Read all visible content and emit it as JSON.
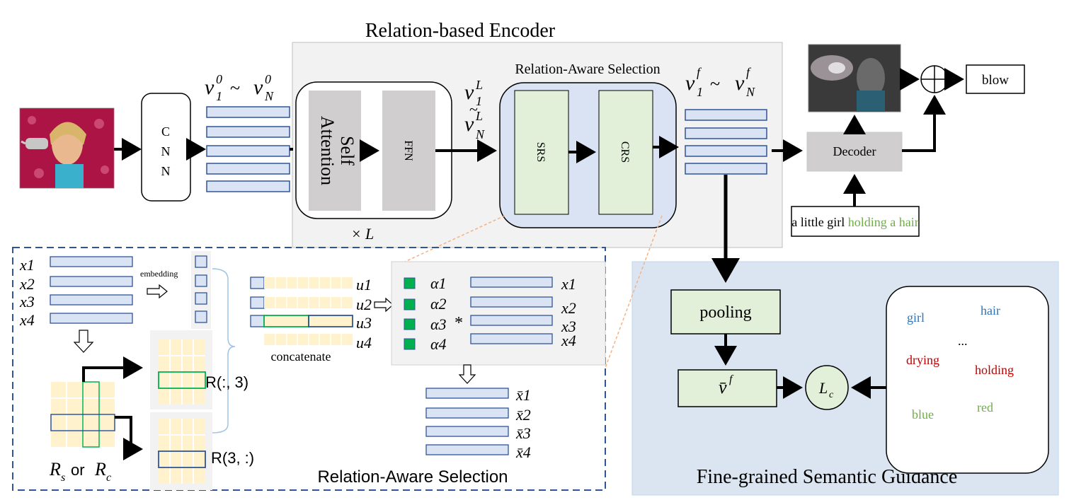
{
  "titles": {
    "encoder": "Relation-based Encoder",
    "ras_top": "Relation-Aware Selection",
    "ras_bottom": "Relation-Aware Selection",
    "fsg": "Fine-grained Semantic Guidance"
  },
  "blocks": {
    "cnn_c": "C",
    "cnn_n1": "N",
    "cnn_n2": "N",
    "self": "Self",
    "attention": "Attention",
    "ffn": "FFN",
    "srs": "SRS",
    "crs": "CRS",
    "decoder": "Decoder",
    "pooling": "pooling",
    "output": "blow",
    "times_l": "× L"
  },
  "labels": {
    "v0_left": "v",
    "v0_sub1": "1",
    "v0_sup1": "0",
    "tilde": "~",
    "v0_subn": "N",
    "v0_supn": "0",
    "vl_top": "v",
    "vl_sub1": "1",
    "vl_sup": "L",
    "vl_tilde": "~",
    "vl_subn": "N",
    "vf_v": "v",
    "vf_sub1": "1",
    "vf_sup": "f",
    "vf_subn": "N",
    "caption_plain": "a little girl ",
    "caption_green": "holding a hair",
    "embedding": "embedding",
    "concatenate": "concatenate",
    "rs_or_rc": "or",
    "r_col": "R(:, 3)",
    "r_row": "R(3, :)",
    "star": "*",
    "lc": "L",
    "lc_sub": "c",
    "vbar": "v̄",
    "vbar_sup": "f",
    "ellipsis": "..."
  },
  "x_labels": [
    "x1",
    "x2",
    "x3",
    "x4"
  ],
  "u_labels": [
    "u1",
    "u2",
    "u3",
    "u4"
  ],
  "alpha_labels": [
    "α1",
    "α2",
    "α3",
    "α4"
  ],
  "xbar_labels": [
    "x̄1",
    "x̄2",
    "x̄3",
    "x̄4"
  ],
  "words": [
    {
      "text": "girl",
      "color": "#2e75b6"
    },
    {
      "text": "hair",
      "color": "#2e75b6"
    },
    {
      "text": "drying",
      "color": "#c00000"
    },
    {
      "text": "holding",
      "color": "#c00000"
    },
    {
      "text": "blue",
      "color": "#70ad47"
    },
    {
      "text": "red",
      "color": "#70ad47"
    }
  ],
  "colors": {
    "encoder_bg": "#f2f2f2",
    "ras_bg": "#dae3f3",
    "fsg_bg": "#dae5f1",
    "block_grey": "#d0cece",
    "block_green": "#e2f0d9",
    "vec_fill": "#dae3f3",
    "vec_stroke": "#2f5597",
    "cell_fill": "#fff2cc",
    "alpha_fill": "#00b050",
    "caption_green": "#70ad47"
  }
}
